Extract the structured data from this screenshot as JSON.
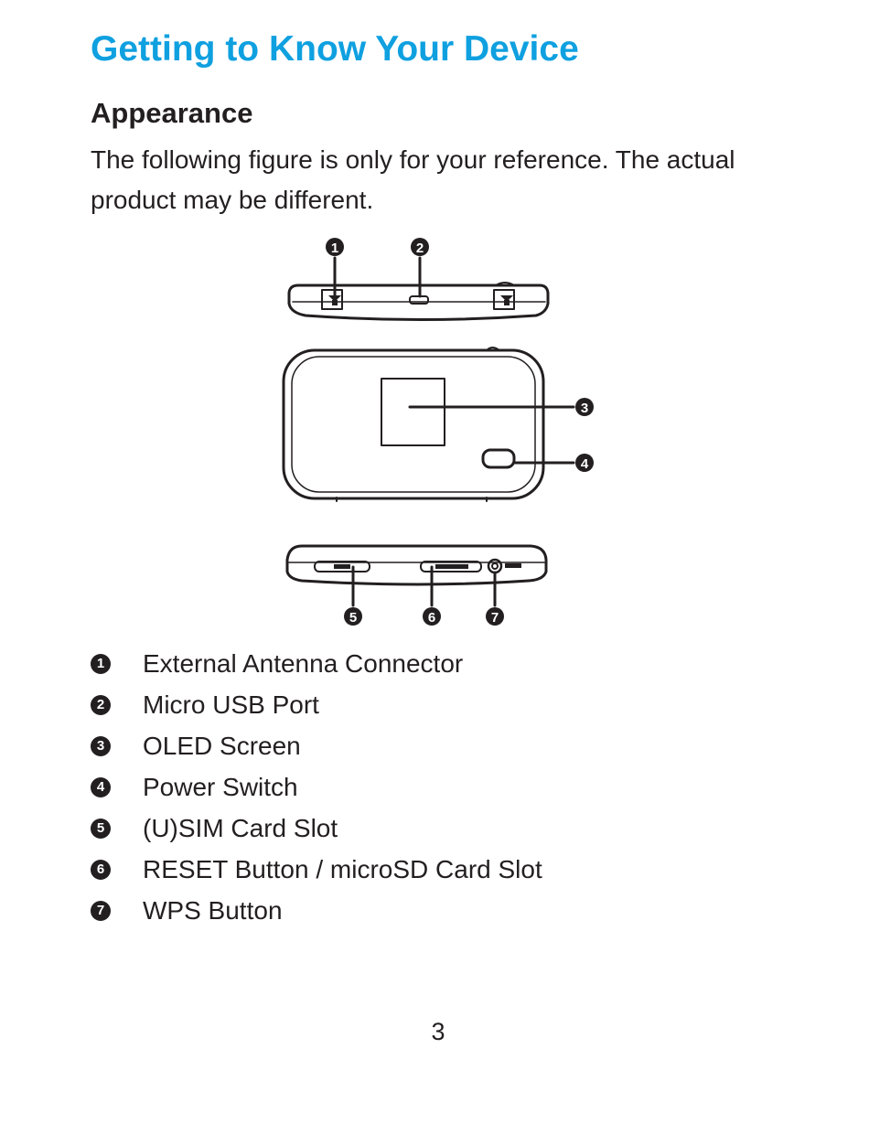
{
  "page": {
    "title": "Getting to Know Your Device",
    "section": "Appearance",
    "intro": "The following figure is only for your reference. The actual product may be different.",
    "page_number": "3"
  },
  "figure": {
    "callouts": [
      "1",
      "2",
      "3",
      "4",
      "5",
      "6",
      "7"
    ]
  },
  "legend": [
    {
      "num": "1",
      "label": "External Antenna Connector"
    },
    {
      "num": "2",
      "label": "Micro USB Port"
    },
    {
      "num": "3",
      "label": "OLED Screen"
    },
    {
      "num": "4",
      "label": "Power Switch"
    },
    {
      "num": "5",
      "label": "(U)SIM Card Slot"
    },
    {
      "num": "6",
      "label": "RESET Button / microSD Card Slot"
    },
    {
      "num": "7",
      "label": "WPS Button"
    }
  ],
  "colors": {
    "title": "#0fa0e0",
    "text": "#231f20"
  }
}
